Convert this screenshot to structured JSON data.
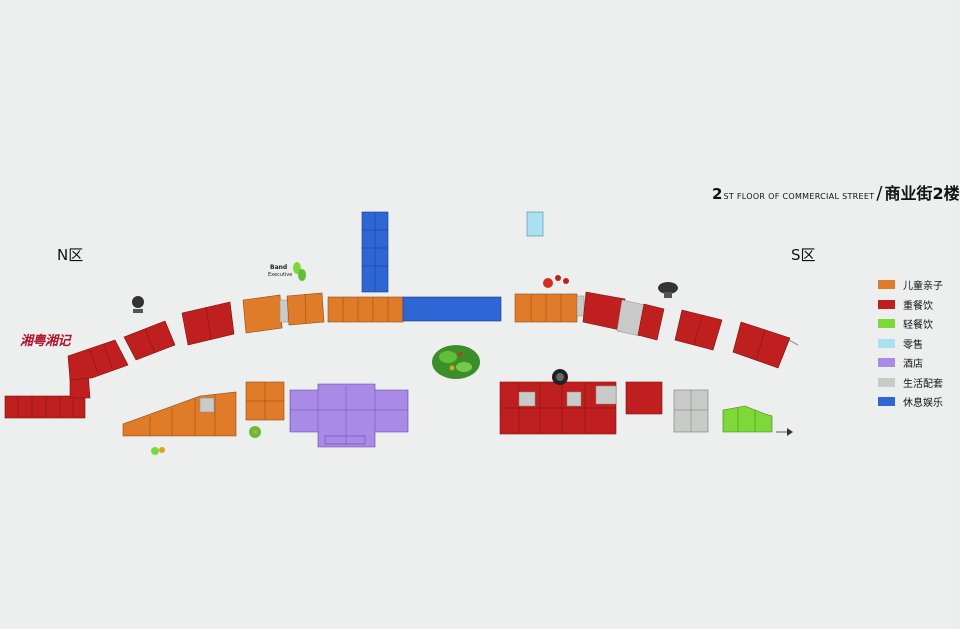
{
  "header": {
    "title_number": "2",
    "title_en": "ST FLOOR OF COMMERCIAL STREET",
    "title_slash": "/",
    "title_cn": "商业街2楼"
  },
  "zones": {
    "north": "N区",
    "south": "S区"
  },
  "legend": [
    {
      "label": "儿童亲子",
      "color": "#e07b2a"
    },
    {
      "label": "重餐饮",
      "color": "#c01f1f"
    },
    {
      "label": "轻餐饮",
      "color": "#7fd83a"
    },
    {
      "label": "零售",
      "color": "#a8e2f0"
    },
    {
      "label": "酒店",
      "color": "#a98ae6"
    },
    {
      "label": "生活配套",
      "color": "#c9cbc9"
    },
    {
      "label": "休息娱乐",
      "color": "#2f66d6"
    }
  ],
  "brands": {
    "top_left_logo": "湘粤湘记",
    "band_name": "Band",
    "band_sub": "Executive"
  },
  "colors": {
    "background": "#edefef",
    "kids": "#e07b2a",
    "dining": "#c01f1f",
    "light_dining": "#7fd83a",
    "retail": "#a8e2f0",
    "hotel": "#a98ae6",
    "services": "#c9cbc9",
    "leisure": "#2f66d6"
  },
  "icons": {
    "legend_swatch": "color-swatch",
    "compass": "north-arrow-icon",
    "garden": "garden-icon"
  }
}
